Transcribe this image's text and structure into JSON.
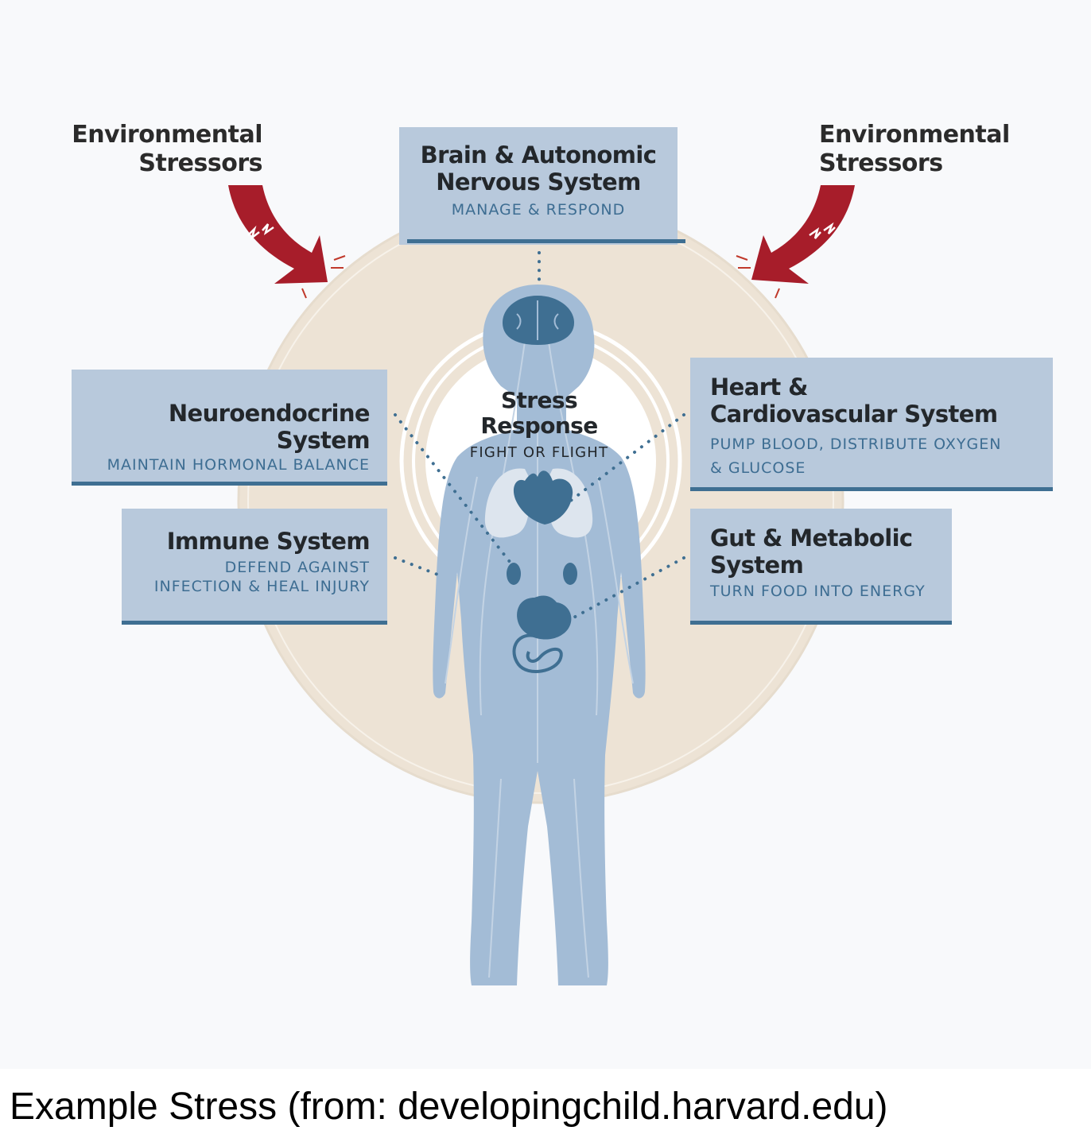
{
  "stressors": {
    "left": "Environmental\nStressors",
    "right": "Environmental\nStressors"
  },
  "boxes": {
    "brain": {
      "title": "Brain & Autonomic\nNervous System",
      "subtitle": "MANAGE & RESPOND"
    },
    "neuro": {
      "title": "Neuroendocrine System",
      "subtitle": "MAINTAIN HORMONAL BALANCE"
    },
    "immune": {
      "title": "Immune System",
      "subtitle": "DEFEND AGAINST\nINFECTION & HEAL INJURY"
    },
    "heart": {
      "title": "Heart &\nCardiovascular System",
      "subtitle": "PUMP BLOOD, DISTRIBUTE OXYGEN\n& GLUCOSE"
    },
    "gut": {
      "title": "Gut & Metabolic\nSystem",
      "subtitle": "TURN FOOD INTO ENERGY"
    }
  },
  "center": {
    "title": "Stress\nResponse",
    "subtitle": "FIGHT OR FLIGHT"
  },
  "caption": "Example Stress (from: developingchild.harvard.edu)",
  "colors": {
    "panel": "#b8c9dc",
    "panel_border": "#3f6f92",
    "body": "#a3bcd6",
    "organs": "#3f6f92",
    "lungs": "#dde5ee",
    "halo": "#ede3d5",
    "arrow": "#a71d2a",
    "dots": "#3f6f92"
  }
}
